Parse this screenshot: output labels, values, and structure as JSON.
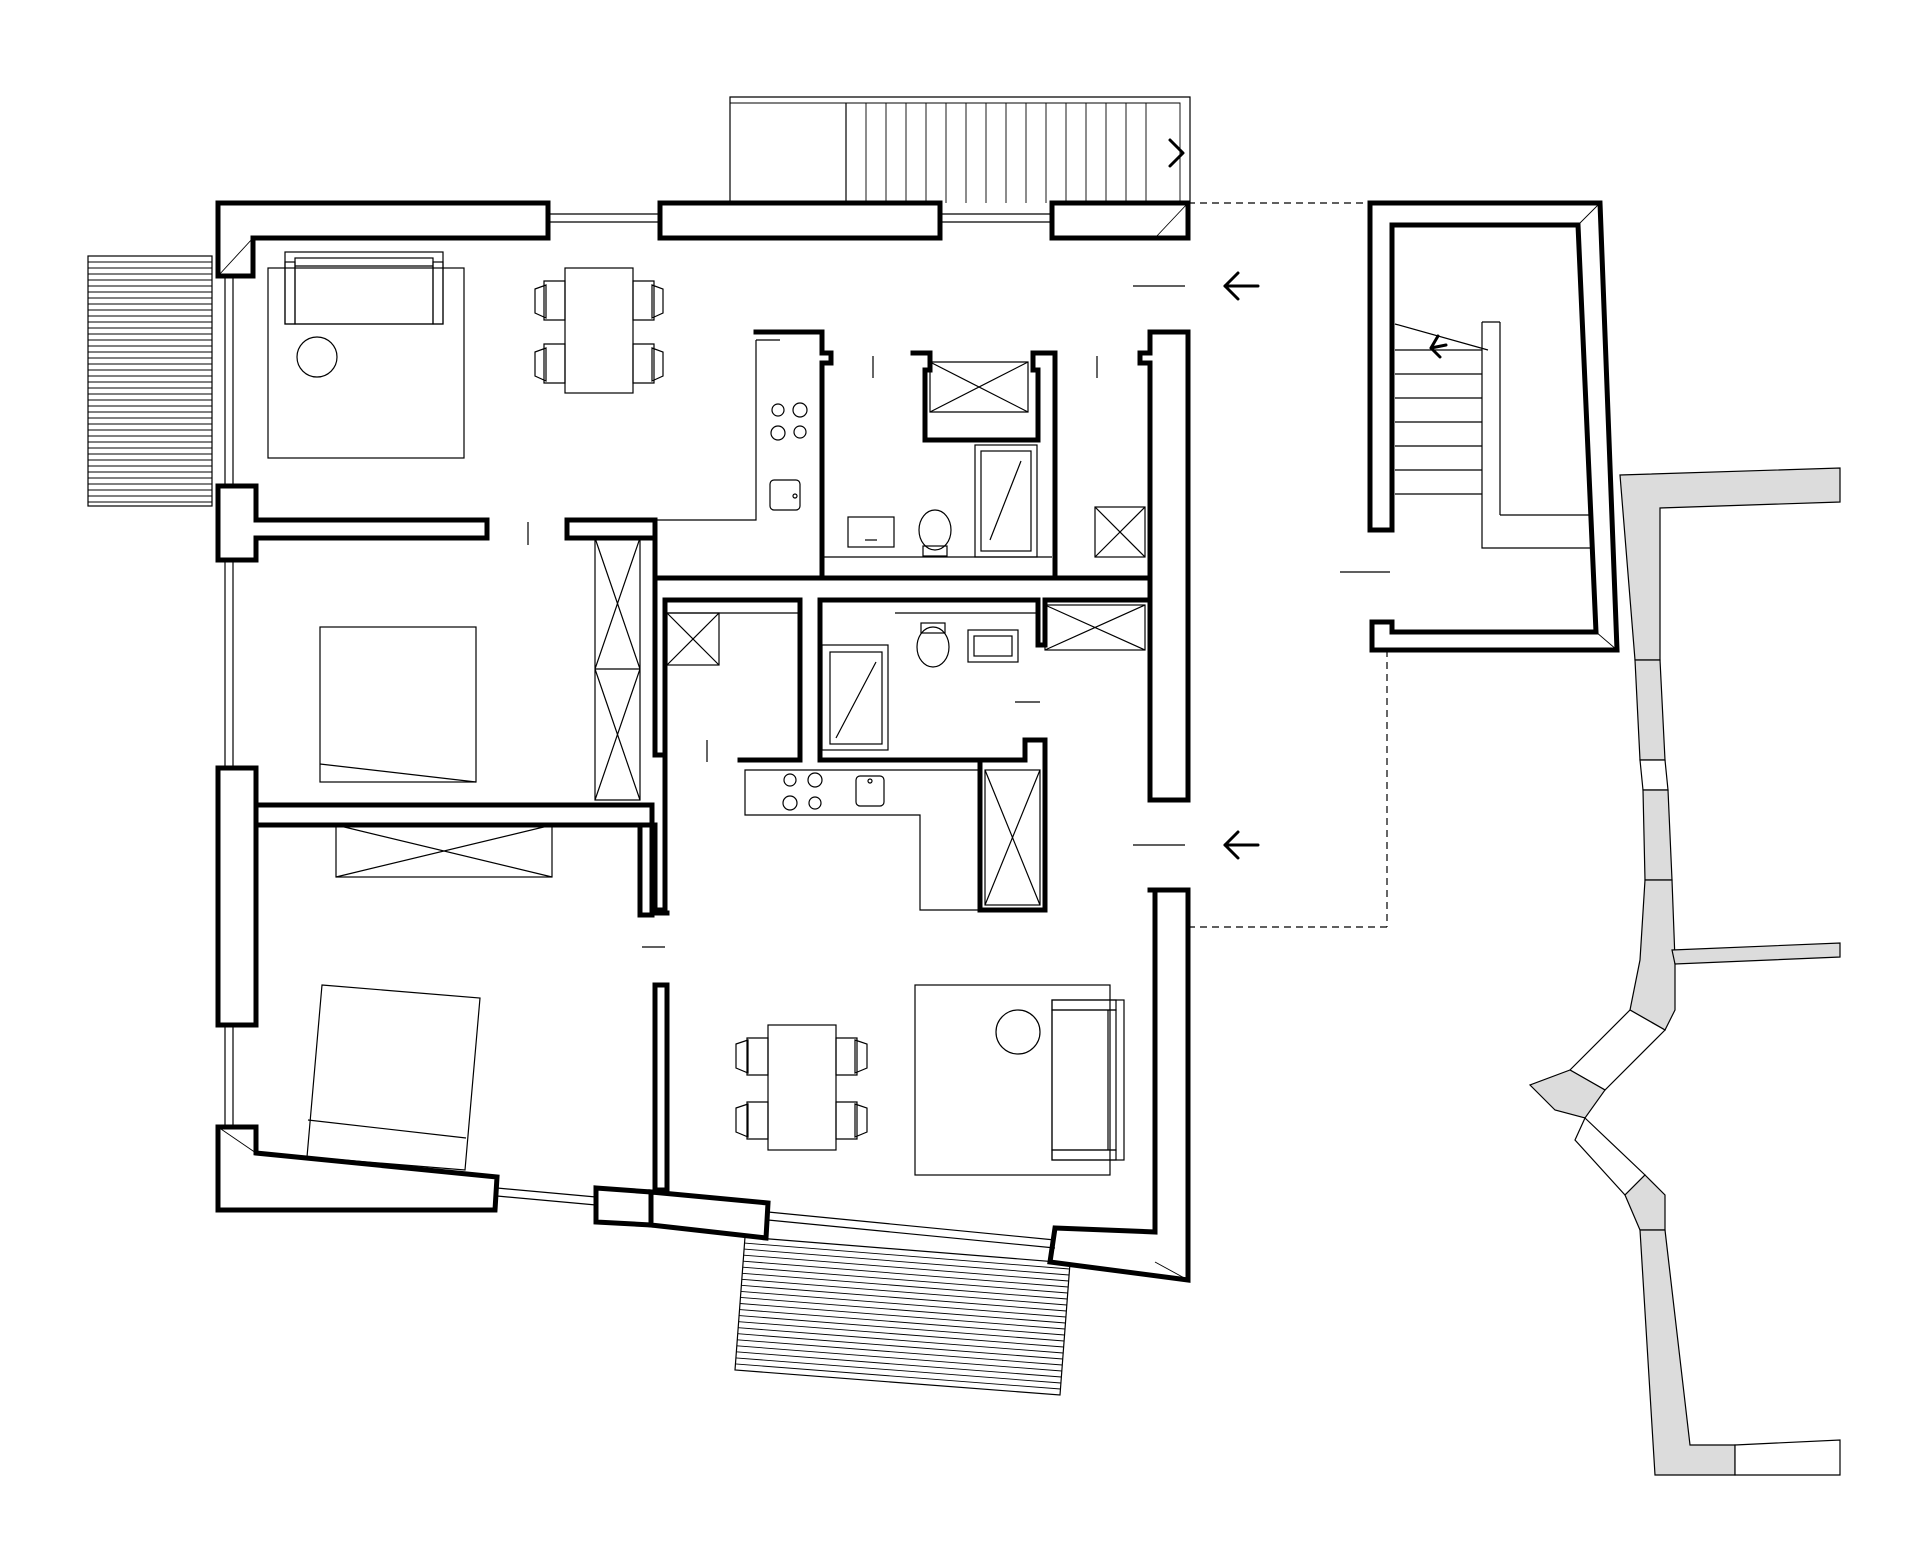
{
  "drawing": {
    "type": "architectural floor plan",
    "style": "black line drawing on white",
    "colors": {
      "background": "#ffffff",
      "line": "#000000",
      "neighbor_wall_fill": "#dcdcdc"
    },
    "text_labels": []
  },
  "elements": {
    "entrance_arrows": 2,
    "stairwell": 1,
    "apartments": 2,
    "decks": 3,
    "icons": [
      "arrow-left-icon",
      "stair-direction-icon",
      "sofa-icon",
      "table-icon",
      "bed-icon",
      "toilet-icon",
      "sink-icon",
      "cooktop-icon",
      "shower-icon"
    ]
  }
}
